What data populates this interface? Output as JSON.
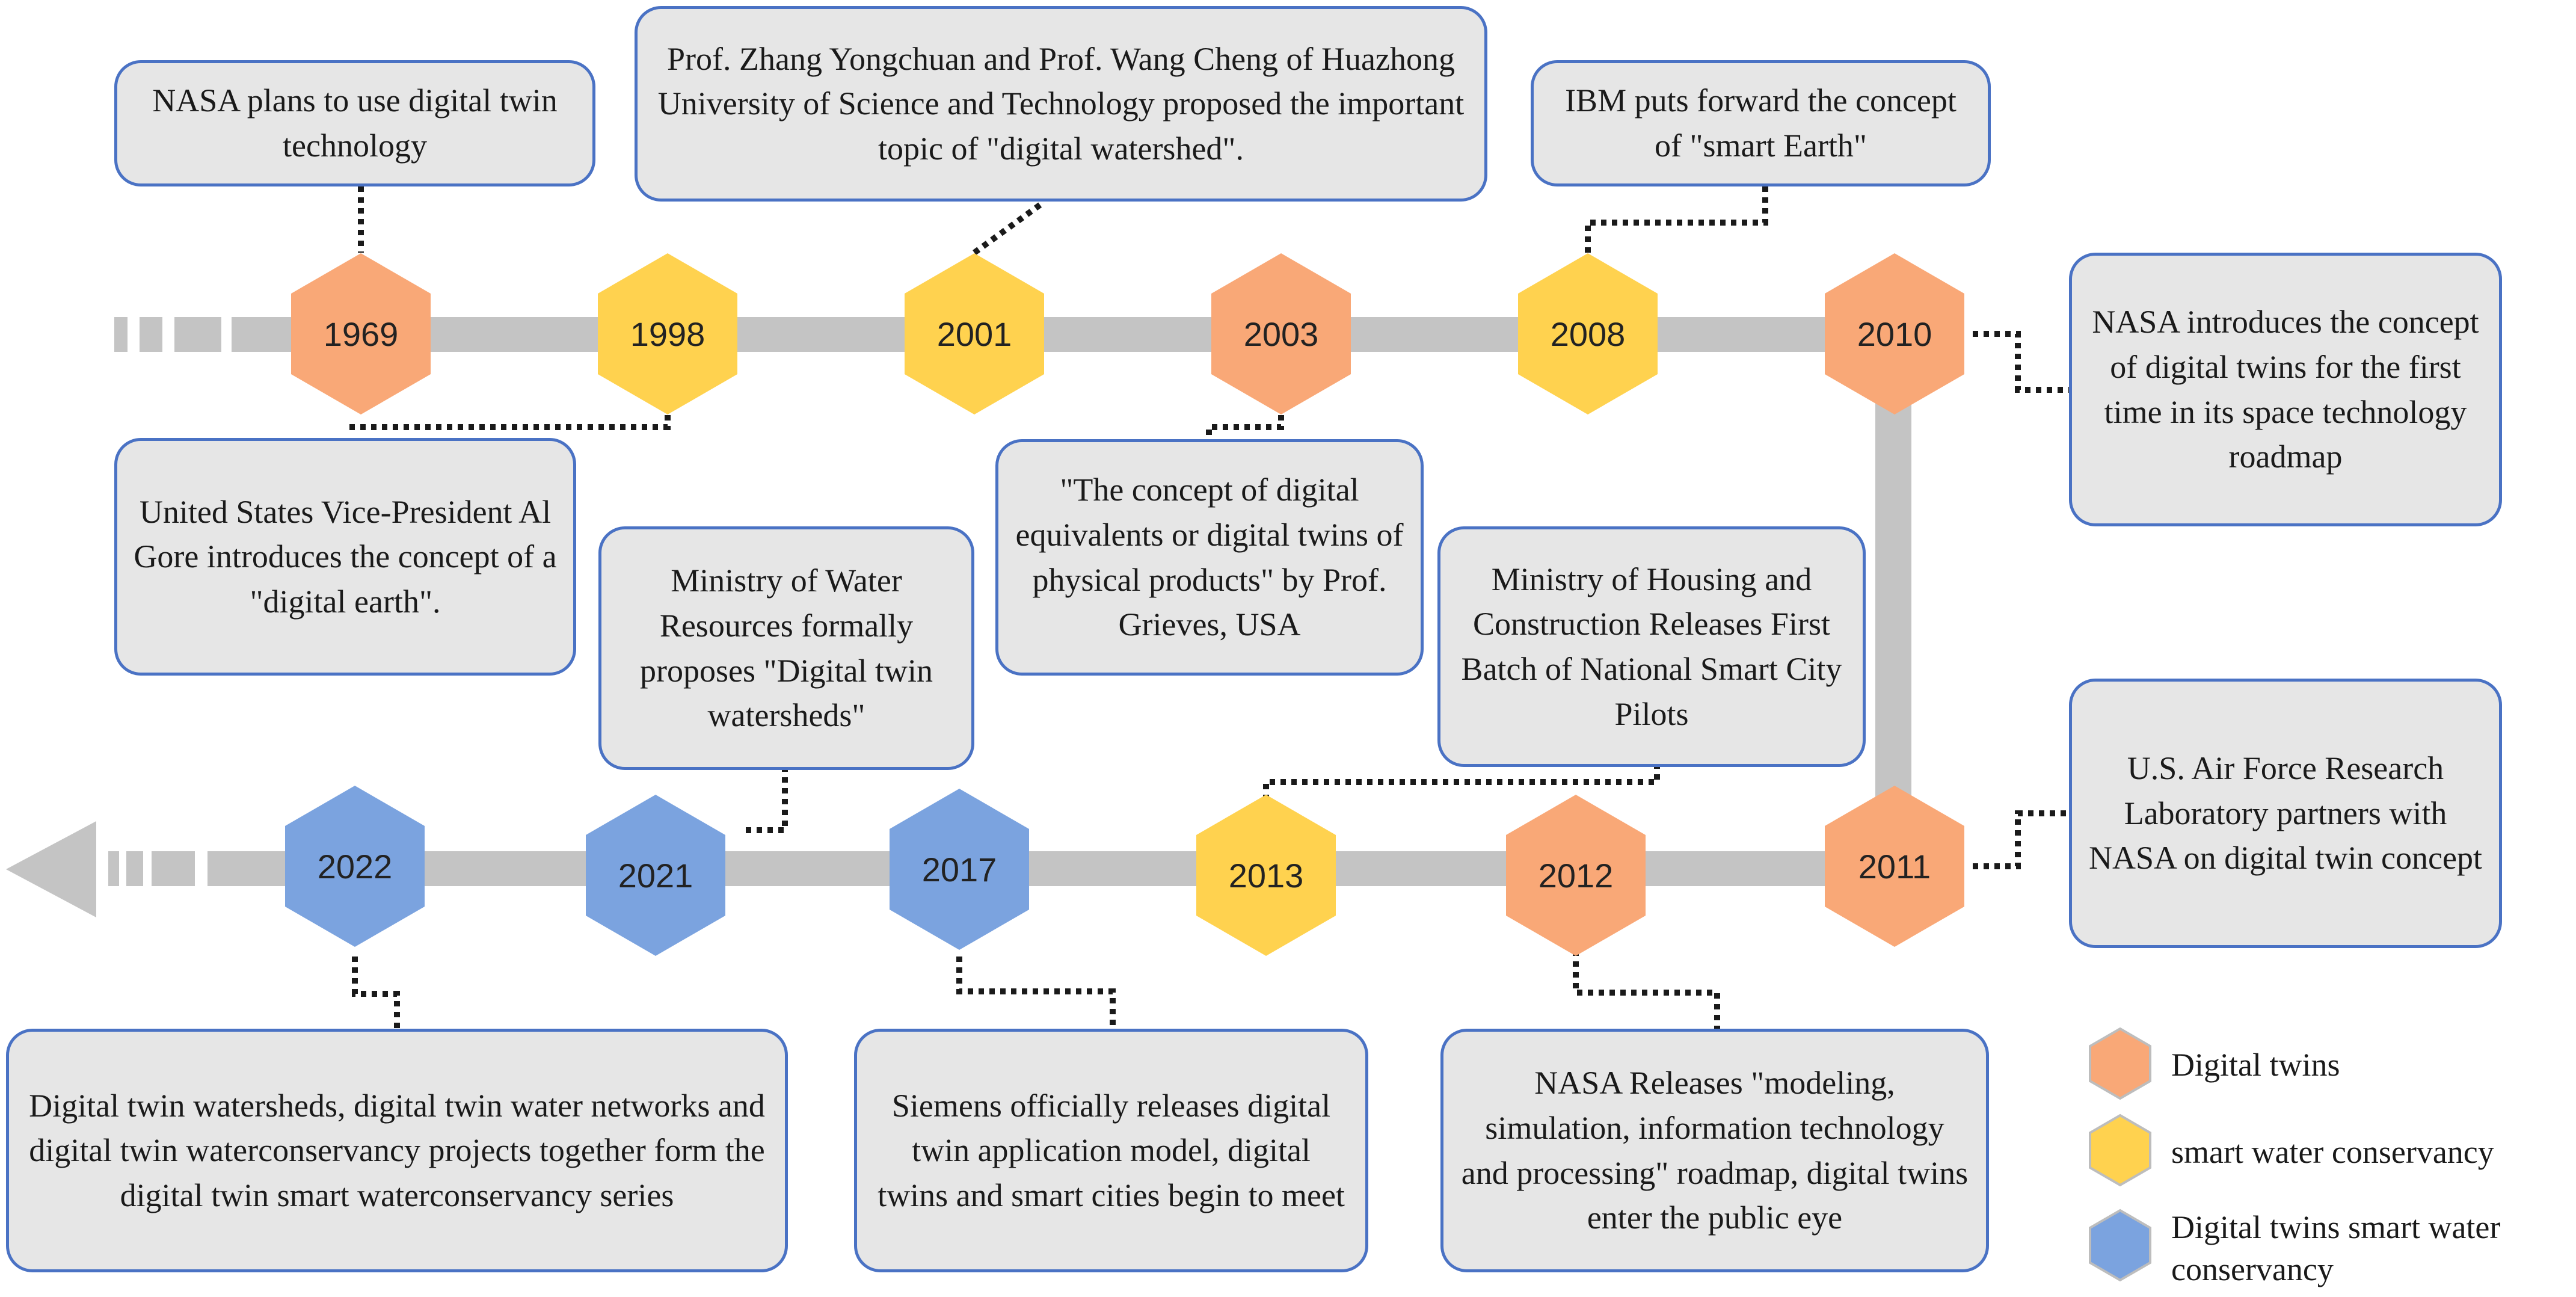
{
  "colors": {
    "digital_twins": "#f9a877",
    "smart_water": "#ffd24f",
    "dt_smart_water": "#7ba3df",
    "track": "#c4c4c4",
    "box_border": "#4a72c4",
    "box_fill": "#e6e6e6"
  },
  "milestones": [
    {
      "year": "1969",
      "category": "digital_twins"
    },
    {
      "year": "1998",
      "category": "smart_water"
    },
    {
      "year": "2001",
      "category": "smart_water"
    },
    {
      "year": "2003",
      "category": "digital_twins"
    },
    {
      "year": "2008",
      "category": "smart_water"
    },
    {
      "year": "2010",
      "category": "digital_twins"
    },
    {
      "year": "2011",
      "category": "digital_twins"
    },
    {
      "year": "2012",
      "category": "digital_twins"
    },
    {
      "year": "2013",
      "category": "smart_water"
    },
    {
      "year": "2017",
      "category": "dt_smart_water"
    },
    {
      "year": "2021",
      "category": "dt_smart_water"
    },
    {
      "year": "2022",
      "category": "dt_smart_water"
    }
  ],
  "events": {
    "e1969": "NASA plans to use digital twin technology",
    "e1998": "United States Vice-President Al Gore introduces the concept of a \"digital earth\".",
    "e2001": "Prof. Zhang Yongchuan and Prof. Wang Cheng of Huazhong University of Science and Technology proposed the important topic of \"digital watershed\".",
    "e2003": "\"The concept of digital equivalents or digital twins of physical products\" by Prof. Grieves, USA",
    "e2008": "IBM puts forward the concept of \"smart Earth\"",
    "e2010": "NASA introduces the concept of digital twins for the first time in its space technology roadmap",
    "e2011": "U.S. Air Force Research Laboratory partners with NASA on digital twin concept",
    "e2012": "NASA Releases \"modeling, simulation, information technology and processing\" roadmap, digital twins enter the public eye",
    "e2013": "Ministry of Housing and Construction Releases First Batch of National Smart City Pilots",
    "e2017": "Siemens officially releases digital twin application model, digital twins and smart cities begin to meet",
    "e2021": "Ministry of Water Resources formally proposes \"Digital twin watersheds\"",
    "e2022": "Digital twin watersheds, digital twin water networks and digital twin waterconservancy projects together form the digital twin smart waterconservancy series"
  },
  "legend": [
    {
      "label": "Digital twins",
      "category": "digital_twins"
    },
    {
      "label": "smart water conservancy",
      "category": "smart_water"
    },
    {
      "label": "Digital twins smart water conservancy",
      "category": "dt_smart_water"
    }
  ]
}
